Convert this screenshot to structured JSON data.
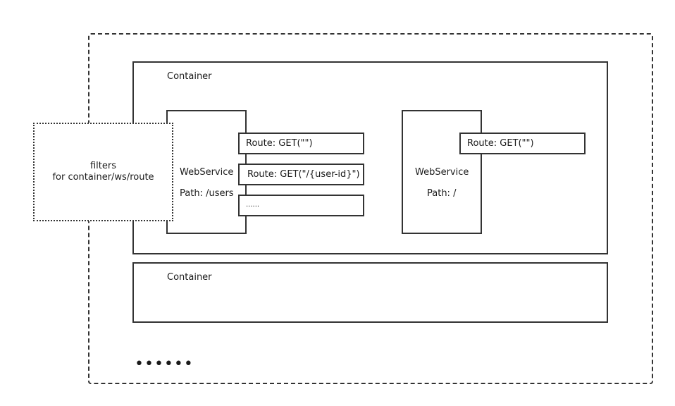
{
  "containers": [
    {
      "label": "Container"
    },
    {
      "label": "Container"
    }
  ],
  "webservices": [
    {
      "name": "WebService",
      "path": "Path: /users"
    },
    {
      "name": "WebService",
      "path": "Path: /"
    }
  ],
  "routes": [
    "Route: GET(\"\")",
    "Route: GET(\"/{user-id}\")",
    "......",
    "Route: GET(\"\")"
  ],
  "filters": {
    "line1": "filters",
    "line2": "for container/ws/route"
  },
  "ellipsis": "••••••"
}
